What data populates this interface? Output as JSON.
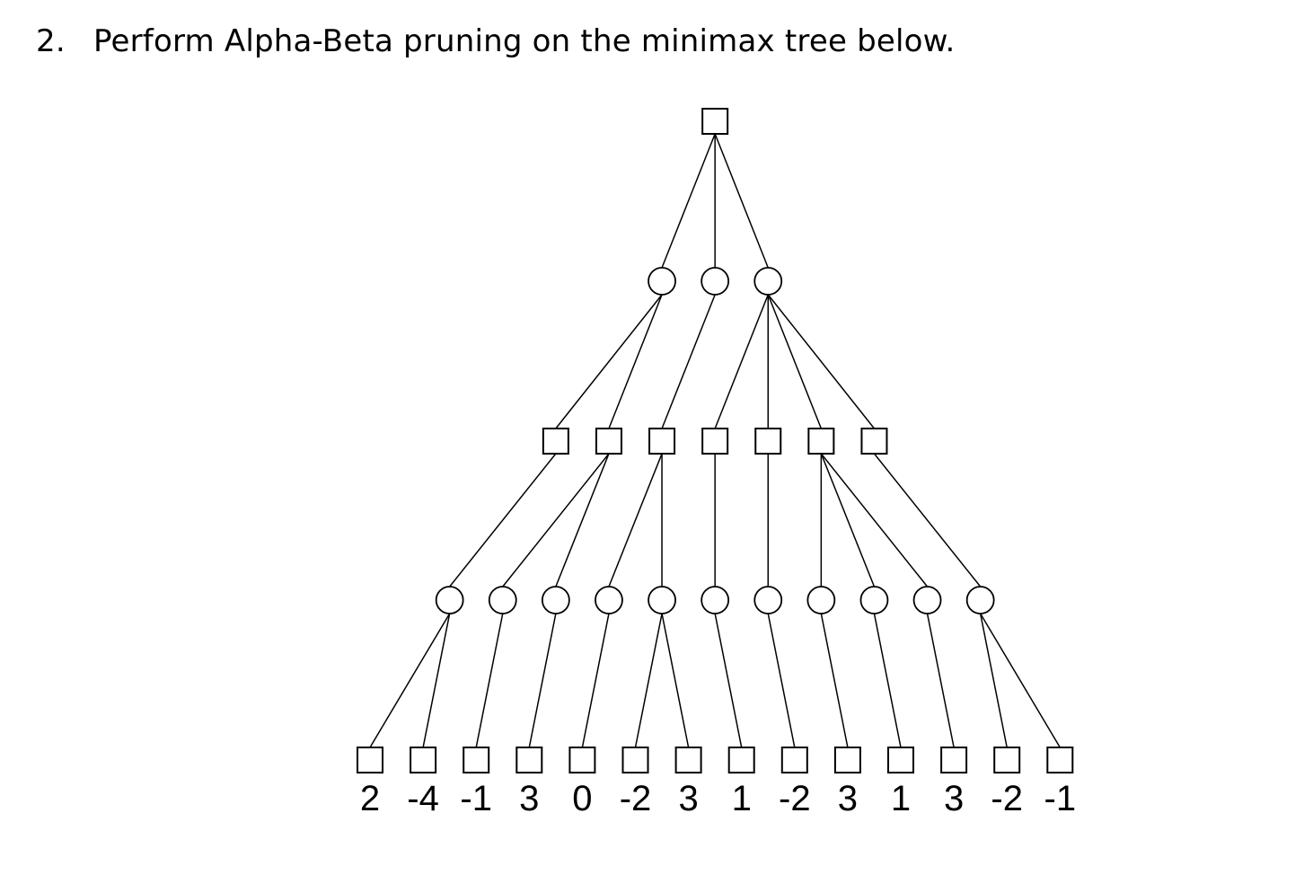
{
  "question": {
    "number": "2.",
    "text": "Perform Alpha-Beta pruning on the minimax tree below."
  },
  "tree": {
    "levels": [
      "max",
      "min",
      "max",
      "min",
      "max"
    ],
    "children_per_node": [
      [
        3
      ],
      [
        2,
        1,
        4
      ],
      [
        1,
        2,
        2,
        1,
        1,
        3,
        1
      ],
      [
        2,
        1,
        1,
        1,
        2,
        1,
        1,
        1,
        1,
        1,
        2
      ]
    ],
    "leaf_values": [
      "2",
      "-4",
      "-1",
      "3",
      "0",
      "-2",
      "3",
      "1",
      "-2",
      "3",
      "1",
      "3",
      "-2",
      "-1"
    ]
  }
}
